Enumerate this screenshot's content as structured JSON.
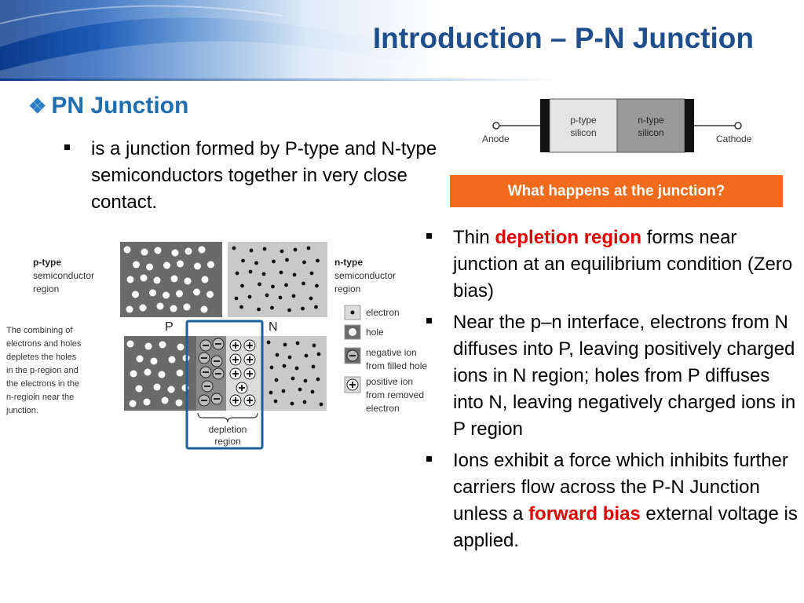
{
  "slide": {
    "title": "Introduction – P-N Junction",
    "heading": "PN Junction",
    "definition": "is a junction formed by P-type and N-type semiconductors together in very close contact.",
    "callout": "What happens at the junction?",
    "points": [
      {
        "pre": "Thin ",
        "highlight": "depletion region",
        "post": " forms near junction at an equilibrium condition (Zero bias)"
      },
      {
        "text": "Near the p–n interface, electrons from N diffuses into P, leaving positively charged ions in N region; holes from P diffuses into N, leaving negatively charged ions in P region"
      },
      {
        "pre": "Ions exhibit a force which inhibits further carriers flow across the P-N Junction unless a ",
        "highlight": "forward bias",
        "post": " external voltage is applied."
      }
    ]
  },
  "diode": {
    "anode": "Anode",
    "cathode": "Cathode",
    "p_line1": "p-type",
    "p_line2": "silicon",
    "n_line1": "n-type",
    "n_line2": "silicon"
  },
  "junction_figure": {
    "p_label_bold": "p-type",
    "p_label_line2": "semiconductor",
    "p_label_line3": "region",
    "n_label_bold": "n-type",
    "n_label_line2": "semiconductor",
    "n_label_line3": "region",
    "p": "P",
    "n": "N",
    "combining_lines": [
      "The combining of",
      "electrons and  holes",
      "depletes the holes",
      "in the p-region and",
      "the electrons in the",
      "n-regioin near the",
      "junction."
    ],
    "legend": {
      "electron": "electron",
      "hole": "hole",
      "neg1": "negative ion",
      "neg2": "from filled hole",
      "pos1": "positive ion",
      "pos2": "from removed",
      "pos3": "electron"
    },
    "depletion1": "depletion",
    "depletion2": "region"
  },
  "colors": {
    "title": "#1f4e8c",
    "heading": "#1f6fb0",
    "callout": "#f26a1b",
    "highlight": "#e00000",
    "frame": "#1a5f9e"
  }
}
